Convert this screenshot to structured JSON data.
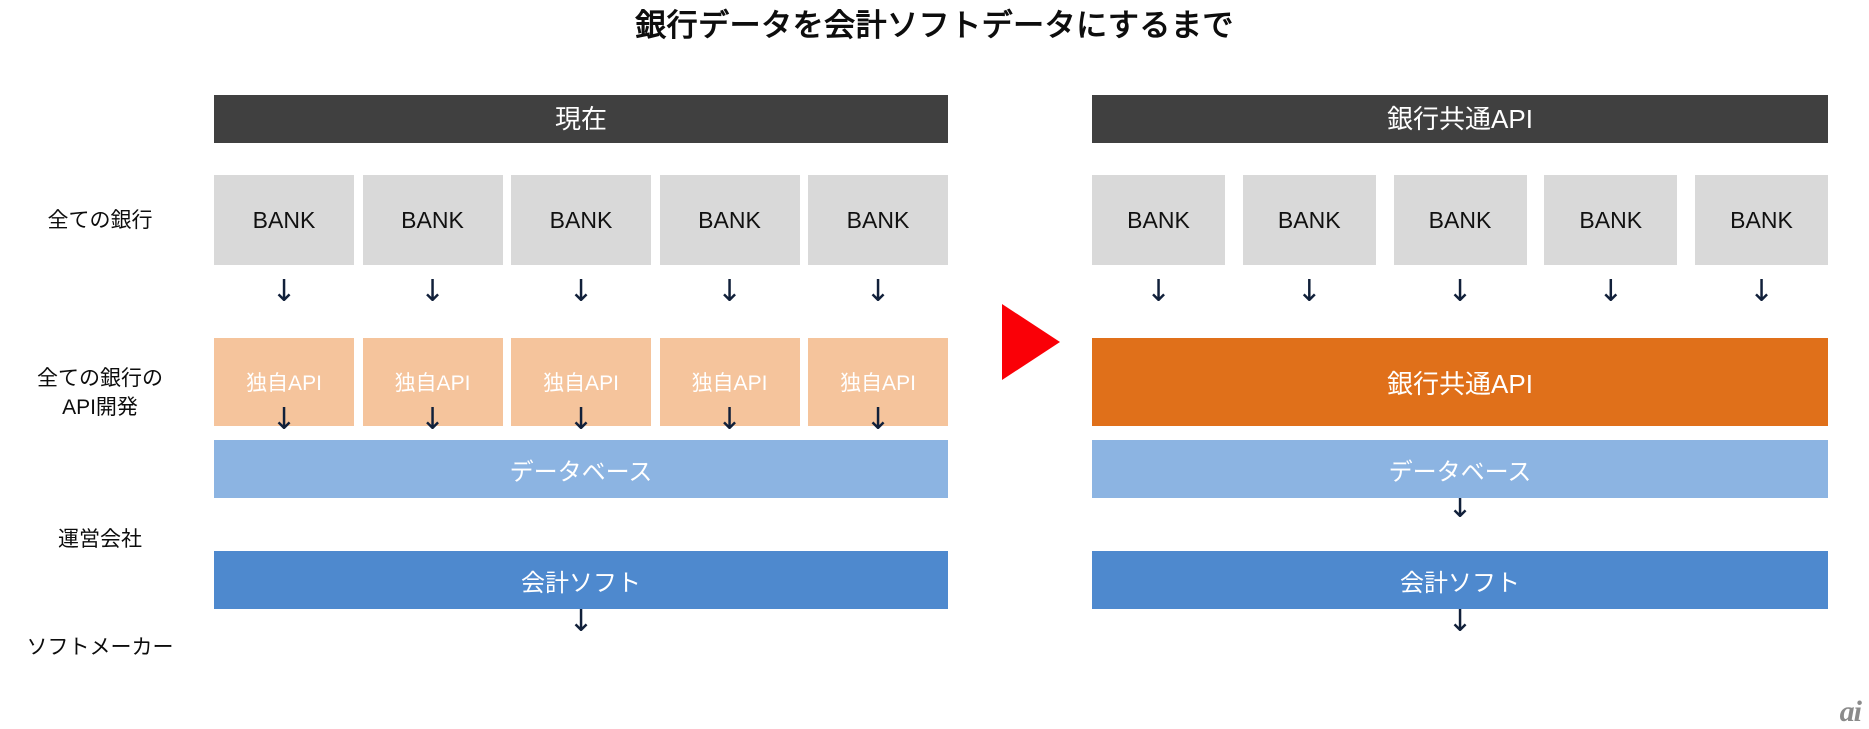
{
  "title": "銀行データを会計ソフトデータにするまで",
  "row_labels": [
    {
      "id": "banks",
      "text": "全ての銀行"
    },
    {
      "id": "api",
      "line1": "全ての銀行の",
      "line2": "API開発"
    },
    {
      "id": "operator",
      "text": "運営会社"
    },
    {
      "id": "softmaker",
      "text": "ソフトメーカー"
    }
  ],
  "panels": {
    "current": {
      "header": "現在",
      "banks": [
        "BANK",
        "BANK",
        "BANK",
        "BANK",
        "BANK"
      ],
      "own_apis": [
        "独自API",
        "独自API",
        "独自API",
        "独自API",
        "独自API"
      ],
      "database": "データベース",
      "software": "会計ソフト",
      "arrows_bank_to_api": [
        "↓",
        "↓",
        "↓",
        "↓",
        "↓"
      ],
      "arrows_api_to_db": [
        "↓",
        "↓",
        "↓",
        "↓",
        "↓"
      ],
      "arrow_db_to_software": "↓"
    },
    "future": {
      "header": "銀行共通API",
      "banks": [
        "BANK",
        "BANK",
        "BANK",
        "BANK",
        "BANK"
      ],
      "unified_api": "銀行共通API",
      "database": "データベース",
      "software": "会計ソフト",
      "arrows_bank_to_api": [
        "↓",
        "↓",
        "↓",
        "↓",
        "↓"
      ],
      "arrow_api_to_db": "↓",
      "arrow_db_to_software": "↓"
    }
  },
  "transition_arrow": {
    "icon": "right-triangle-icon",
    "color": "#fa0007"
  },
  "watermark": "ai",
  "colors": {
    "header_bar": "#404040",
    "bank_box": "#d9d9d9",
    "own_api_box": "#f5c49c",
    "unified_api_box": "#e0701a",
    "database_bar": "#8cb4e2",
    "software_bar": "#4e89ce",
    "transition_arrow": "#fa0007",
    "title_text": "#0d0d0d"
  }
}
